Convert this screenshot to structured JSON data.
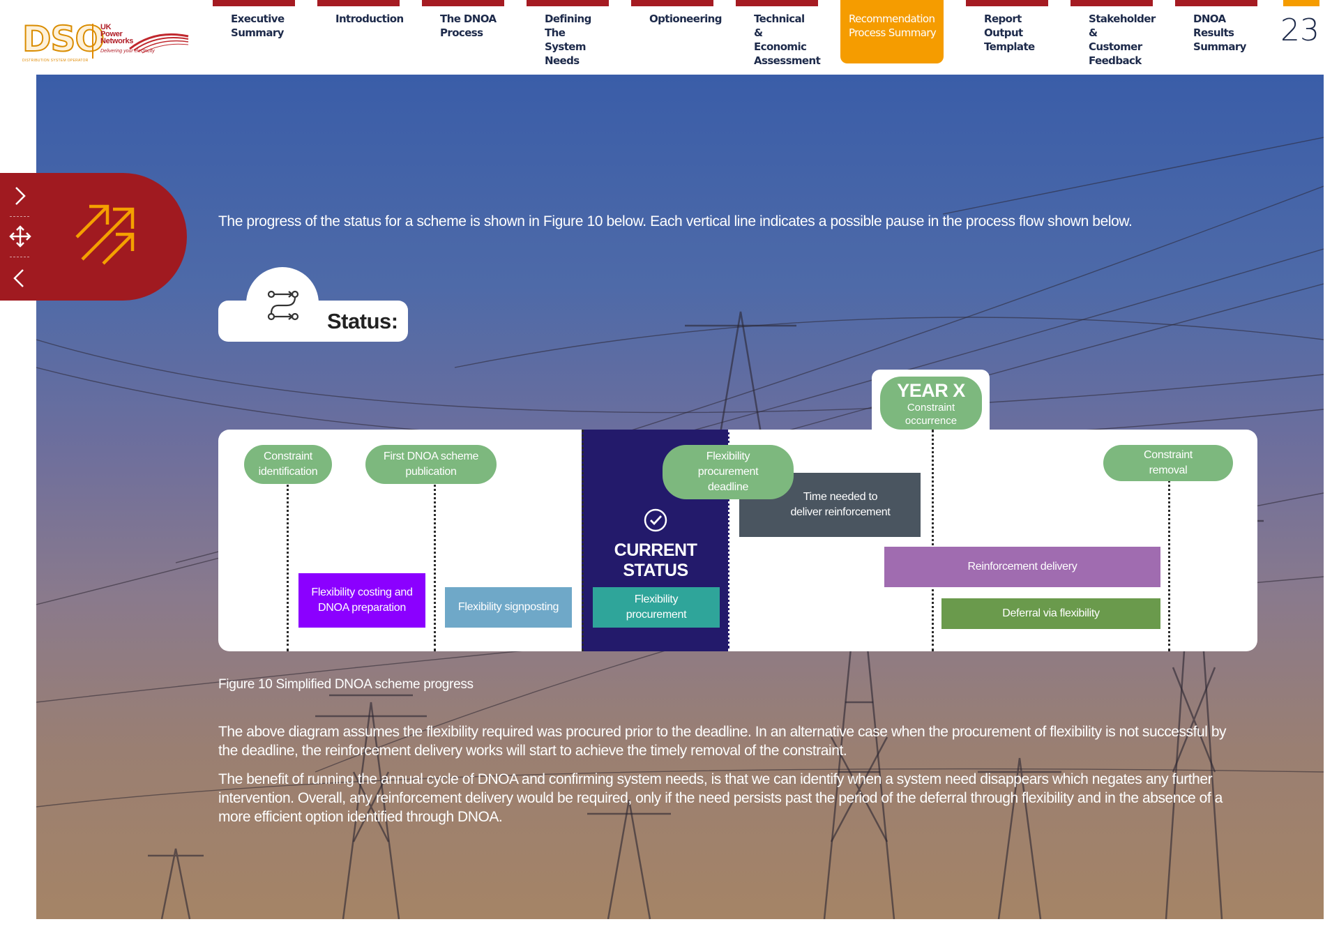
{
  "header": {
    "logo": {
      "dso": "DSO",
      "dso_sub": "DISTRIBUTION SYSTEM OPERATOR",
      "ukpn": "UK\nPower\nNetworks",
      "ukpn_tagline": "Delivering your electricity"
    },
    "nav": [
      {
        "label": "Executive\nSummary"
      },
      {
        "label": "Introduction"
      },
      {
        "label": "The DNOA\nProcess"
      },
      {
        "label": "Defining\nThe System\nNeeds"
      },
      {
        "label": "Optioneering"
      },
      {
        "label": "Technical\n& Economic\nAssessment"
      },
      {
        "label": "Recommendation\nProcess Summary"
      },
      {
        "label": "Report\nOutput\nTemplate"
      },
      {
        "label": "Stakeholder\n& Customer\nFeedback"
      },
      {
        "label": "DNOA Results\nSummary"
      }
    ],
    "active_index": 6,
    "page_number": "23"
  },
  "side_tab": {
    "icons": [
      "chevron-right-icon",
      "move-icon",
      "chevron-left-icon",
      "arrows-up-right-icon"
    ]
  },
  "intro": "The progress of the status for a scheme is shown in Figure 10 below. Each vertical line indicates a possible pause in the process flow shown below.",
  "status_badge": {
    "label": "Status:",
    "icon": "process-flow-icon"
  },
  "diagram": {
    "year": {
      "title": "YEAR X",
      "subtitle": "Constraint\noccurrence"
    },
    "current_status": "CURRENT\nSTATUS",
    "milestones": {
      "constraint_identification": "Constraint\nidentification",
      "first_publication": "First DNOA scheme\npublication",
      "flex_deadline": "Flexibility\nprocurement\ndeadline",
      "constraint_removal": "Constraint\nremoval"
    },
    "activities": {
      "flex_costing": "Flexibility costing and\nDNOA preparation",
      "flex_signposting": "Flexibility signposting",
      "flex_procurement": "Flexibility\nprocurement",
      "time_needed": "Time needed to\ndeliver reinforcement",
      "reinforcement_delivery": "Reinforcement delivery",
      "deferral": "Deferral via flexibility"
    },
    "colors": {
      "milestone": "#7db87e",
      "current_column": "#231a6b",
      "flex_costing": "#8b00ff",
      "flex_signposting": "#6fa8c8",
      "flex_procurement": "#2fa59a",
      "time_needed": "#4a5560",
      "reinforcement_delivery": "#a06cb0",
      "deferral": "#6a9a4c"
    }
  },
  "figure_caption": "Figure 10 Simplified DNOA scheme progress",
  "paragraphs": [
    "The above diagram assumes the flexibility required was procured prior to the deadline. In an alternative case when the procurement of flexibility is not successful by the deadline, the reinforcement delivery works will start to achieve the timely removal of the constraint.",
    "The benefit of running the annual cycle of DNOA and confirming system needs, is that we can identify when a system need disappears which negates any further intervention. Overall, any reinforcement delivery would be required, only if the need persists past the period of the deferral through flexibility and in the absence of a more efficient option identified through DNOA."
  ]
}
